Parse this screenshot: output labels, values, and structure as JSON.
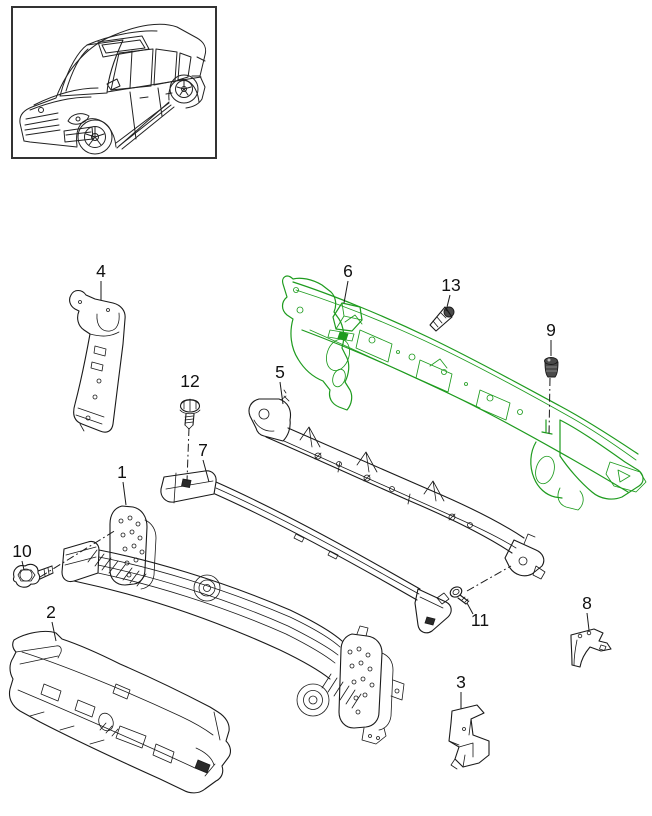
{
  "diagram": {
    "background_color": "#ffffff",
    "line_color": "#1a1a1a",
    "highlight_color": "#1e9b1e",
    "callouts": [
      {
        "label": "1"
      },
      {
        "label": "2"
      },
      {
        "label": "3"
      },
      {
        "label": "4"
      },
      {
        "label": "5"
      },
      {
        "label": "6"
      },
      {
        "label": "7"
      },
      {
        "label": "8"
      },
      {
        "label": "9"
      },
      {
        "label": "10"
      },
      {
        "label": "11"
      },
      {
        "label": "12"
      },
      {
        "label": "13"
      }
    ]
  }
}
